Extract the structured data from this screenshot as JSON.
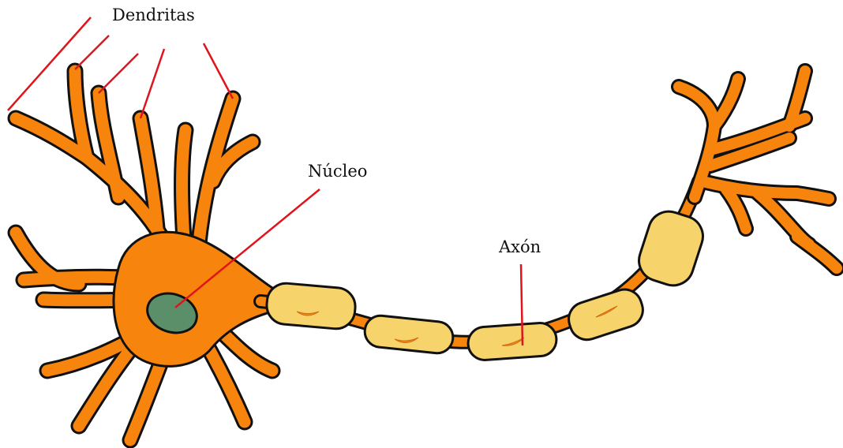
{
  "labels": {
    "dendrites": "Dendritas",
    "nucleus": "Núcleo",
    "axon": "Axón"
  },
  "colors": {
    "cell_body": "#f7840c",
    "nucleus": "#5b8f6a",
    "myelin_sheath": "#f7d46b",
    "schwann_nucleus": "#ee8a1a",
    "outline": "#111111",
    "pointer_line": "#e0141c",
    "background": "#ffffff"
  }
}
